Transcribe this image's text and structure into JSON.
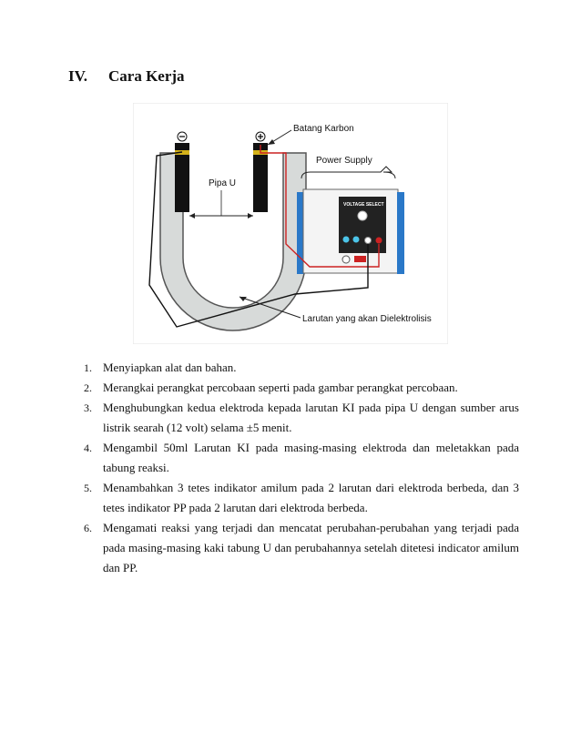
{
  "section": {
    "number": "IV.",
    "title": "Cara Kerja"
  },
  "figure": {
    "labels": {
      "batang_karbon": "Batang Karbon",
      "power_supply": "Power Supply",
      "pipa_u": "Pipa U",
      "larutan": "Larutan yang akan Dielektrolisis",
      "minus": "−",
      "plus": "+",
      "voltage_select": "VOLTAGE SELECT"
    },
    "colors": {
      "wire_red": "#cc2222",
      "wire_black": "#111111",
      "tube": "#d7dad9",
      "electrode": "#111111",
      "electrode_band": "#d4b21a",
      "supply_side": "#2a78c8"
    }
  },
  "steps": [
    {
      "num": "1.",
      "text": "Menyiapkan alat dan bahan."
    },
    {
      "num": "2.",
      "text": "Merangkai perangkat percobaan seperti pada gambar perangkat percobaan."
    },
    {
      "num": "3.",
      "text": "Menghubungkan kedua elektroda kepada larutan KI pada pipa U dengan sumber arus listrik searah (12 volt) selama ±5 menit."
    },
    {
      "num": "4.",
      "text": "Mengambil 50ml Larutan KI pada masing-masing elektroda dan meletakkan pada tabung reaksi."
    },
    {
      "num": "5.",
      "text": "Menambahkan 3 tetes indikator amilum pada 2 larutan dari elektroda berbeda, dan 3 tetes indikator PP pada 2 larutan dari elektroda berbeda."
    },
    {
      "num": "6.",
      "text": "Mengamati reaksi yang terjadi dan mencatat perubahan-perubahan yang terjadi pada pada masing-masing kaki tabung U dan perubahannya setelah ditetesi indicator amilum dan PP."
    }
  ]
}
